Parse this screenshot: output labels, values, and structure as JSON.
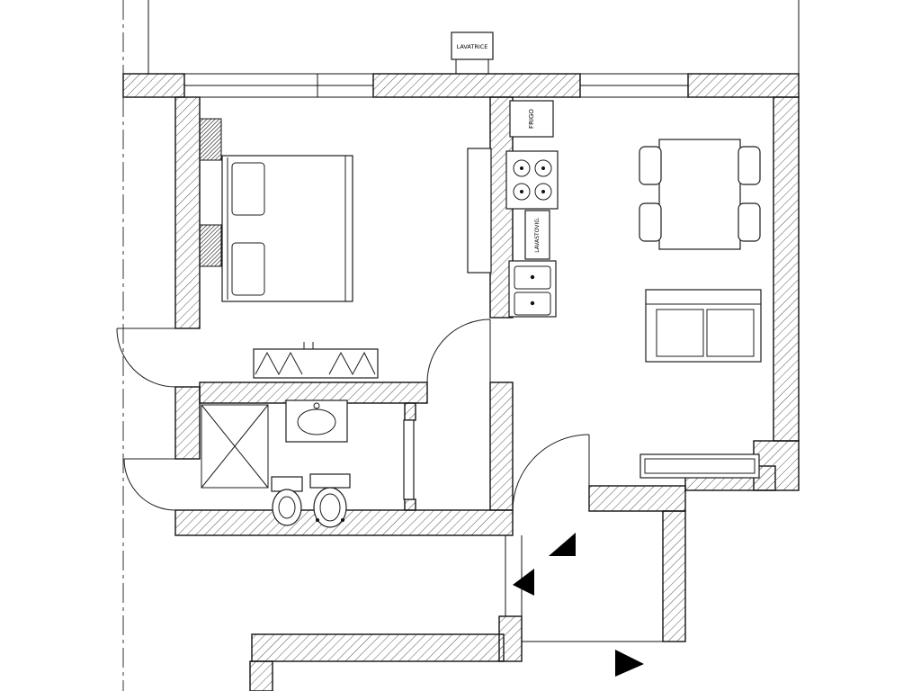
{
  "labels": {
    "washing_machine": "LAVATRICE",
    "fridge": "FRIGO",
    "dishwasher": "LAVASTOVIG."
  },
  "colors": {
    "ink": "#111111",
    "background": "#ffffff"
  }
}
